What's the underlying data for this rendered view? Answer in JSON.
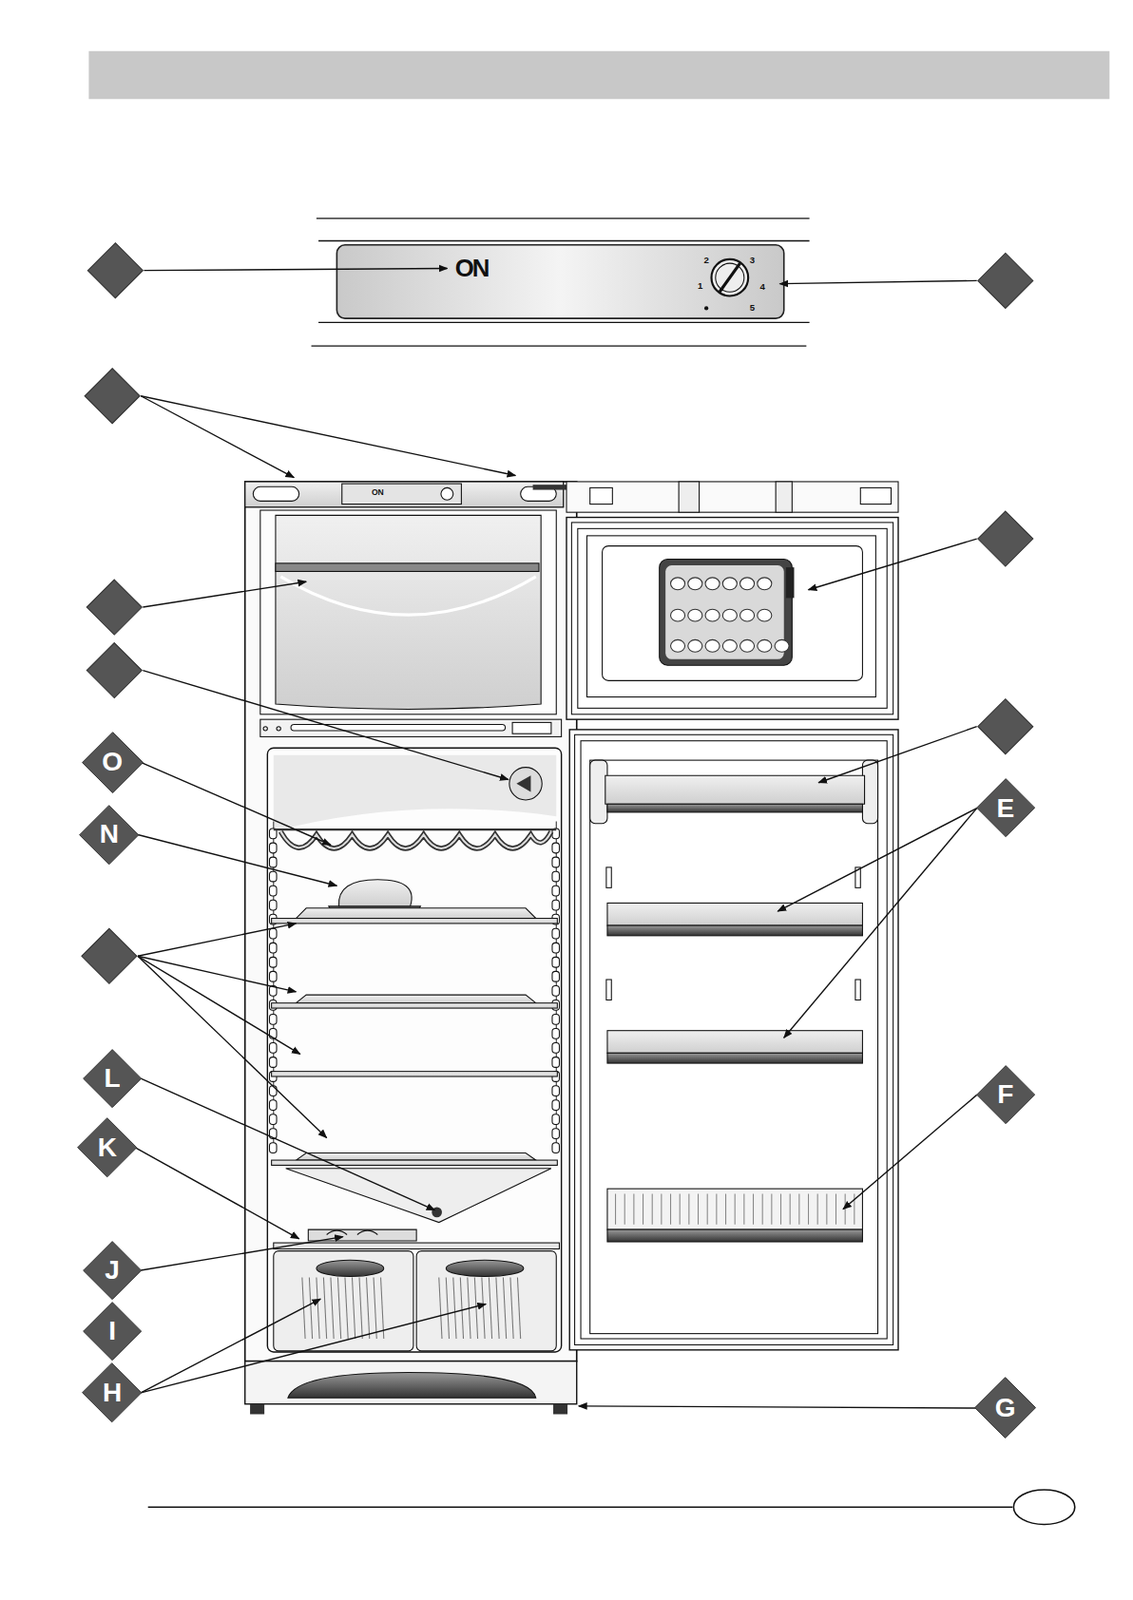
{
  "diagram": {
    "nodes": [
      {
        "text": [
          "O"
        ]
      },
      {
        "text": [
          "E"
        ]
      },
      {
        "text": [
          "N"
        ]
      },
      {
        "text": [
          "L"
        ]
      },
      {
        "text": [
          "F"
        ]
      },
      {
        "text": [
          "K"
        ]
      },
      {
        "text": [
          "J"
        ]
      },
      {
        "text": [
          "I"
        ]
      },
      {
        "text": [
          "H"
        ]
      },
      {
        "text": [
          "G"
        ]
      }
    ],
    "labels": [
      "ON",
      "2",
      "3",
      "1",
      "4",
      "5",
      "ON"
    ]
  }
}
